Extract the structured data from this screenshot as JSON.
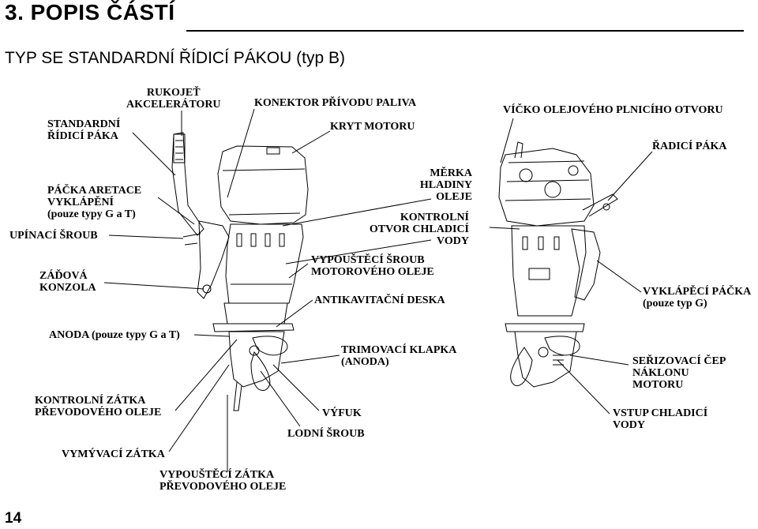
{
  "heading": "3. POPIS ČÁSTÍ",
  "subheading": "TYP SE STANDARDNÍ ŘÍDICÍ PÁKOU (typ B)",
  "page_number": "14",
  "labels": {
    "standardni_ridici_paka": [
      "STANDARDNÍ",
      "ŘÍDICÍ PÁKA"
    ],
    "rukojet_akceleratoru": [
      "RUKOJEŤ",
      "AKCELERÁTORU"
    ],
    "konektor_privodu_paliva": [
      "KONEKTOR PŘÍVODU PALIVA"
    ],
    "kryt_motoru": [
      "KRYT MOTORU"
    ],
    "vicko_oleje": [
      "VÍČKO OLEJOVÉHO PLNICÍHO OTVORU"
    ],
    "radici_paka": [
      "ŘADICÍ PÁKA"
    ],
    "packa_aretace": [
      "PÁČKA ARETACE",
      "VYKLÁPĚNÍ",
      "(pouze typy G a T)"
    ],
    "upinaci_sroub": [
      "UPÍNACÍ ŠROUB"
    ],
    "zadova_konzola": [
      "ZÁĎOVÁ",
      "KONZOLA"
    ],
    "merka_hladiny_oleje": [
      "MĚRKA",
      "HLADINY",
      "OLEJE"
    ],
    "kontrolni_otvor": [
      "KONTROLNÍ",
      "OTVOR CHLADICÍ",
      "VODY"
    ],
    "vypousteci_sroub": [
      "VYPOUŠTĚCÍ ŠROUB",
      "MOTOROVÉHO OLEJE"
    ],
    "antikavitacni_deska": [
      "ANTIKAVITAČNÍ DESKA"
    ],
    "vyklapeci_packa": [
      "VYKLÁPĚCÍ PÁČKA",
      "(pouze typ G)"
    ],
    "anoda": [
      "ANODA (pouze typy G a T)"
    ],
    "trimovaci_klapka": [
      "TRIMOVACÍ KLAPKA",
      "(ANODA)"
    ],
    "serizovaci_cep": [
      "SEŘIZOVACÍ ČEP",
      "NÁKLONU",
      "MOTORU"
    ],
    "kontrolni_zatka": [
      "KONTROLNÍ ZÁTKA",
      "PŘEVODOVÉHO OLEJE"
    ],
    "vyfuk": [
      "VÝFUK"
    ],
    "vstup_chladici_vody": [
      "VSTUP CHLADICÍ",
      "VODY"
    ],
    "lodni_sroub": [
      "LODNÍ ŠROUB"
    ],
    "vymyvaci_zatka": [
      "VYMÝVACÍ ZÁTKA"
    ],
    "vypousteci_zatka": [
      "VYPOUŠTĚCÍ ZÁTKA",
      "PŘEVODOVÉHO OLEJE"
    ]
  }
}
